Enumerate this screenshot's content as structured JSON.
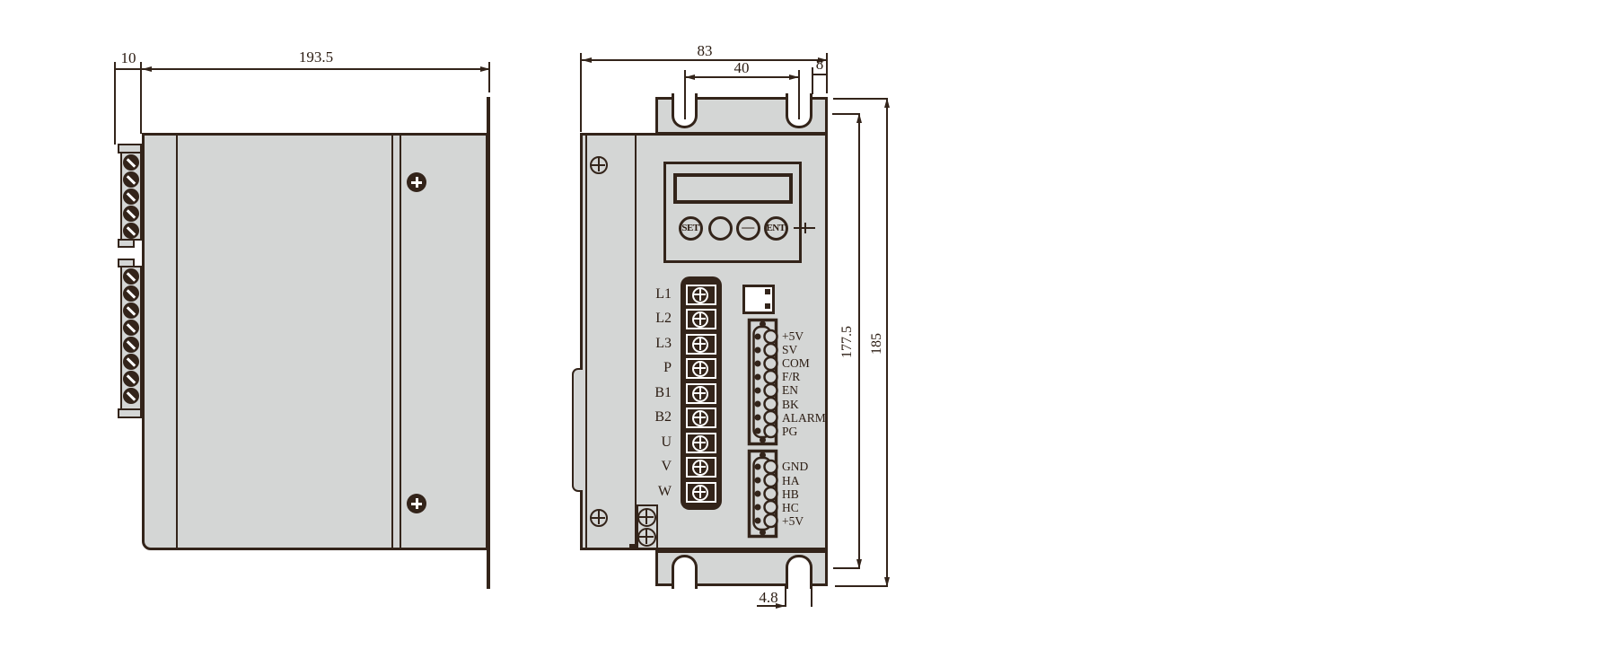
{
  "side_view": {
    "dim_terminal_depth": "10",
    "dim_body_depth": "193.5"
  },
  "front_view": {
    "dim_width": "83",
    "dim_slot_pitch": "40",
    "dim_side_tab": "8",
    "dim_mount_hole_pitch": "177.5",
    "dim_total_height": "185",
    "dim_slot_width": "4.8",
    "display_buttons": [
      "SET",
      "",
      "—",
      "ENT"
    ],
    "power_terminals": [
      "L1",
      "L2",
      "L3",
      "P",
      "B1",
      "B2",
      "U",
      "V",
      "W"
    ],
    "io_connector_pins": [
      "+5V",
      "SV",
      "COM",
      "F/R",
      "EN",
      "BK",
      "ALARM",
      "PG"
    ],
    "encoder_connector_pins": [
      "GND",
      "HA",
      "HB",
      "HC",
      "+5V"
    ]
  },
  "colors": {
    "body_fill": "#d4d6d5",
    "line": "#33241a"
  }
}
